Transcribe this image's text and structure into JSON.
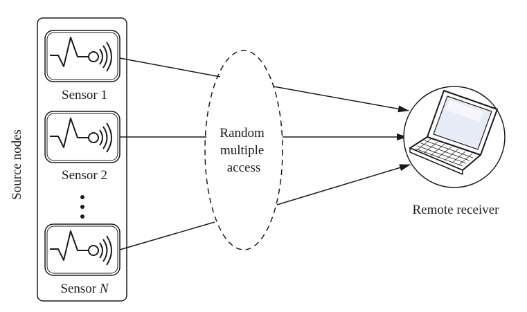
{
  "source_nodes": {
    "label": "Source nodes",
    "sensors": [
      {
        "name": "Sensor 1",
        "index": ""
      },
      {
        "name": "Sensor 2",
        "index": ""
      },
      {
        "name": "Sensor ",
        "index": "N"
      }
    ],
    "ellipsis": "⋮"
  },
  "channel": {
    "line1": "Random",
    "line2": "multiple",
    "line3": "access"
  },
  "receiver": {
    "label": "Remote receiver"
  },
  "colors": {
    "stroke": "#1a1a1a",
    "screen": "#e8ecf7"
  },
  "icons": [
    "sensor-icon",
    "laptop-icon"
  ]
}
